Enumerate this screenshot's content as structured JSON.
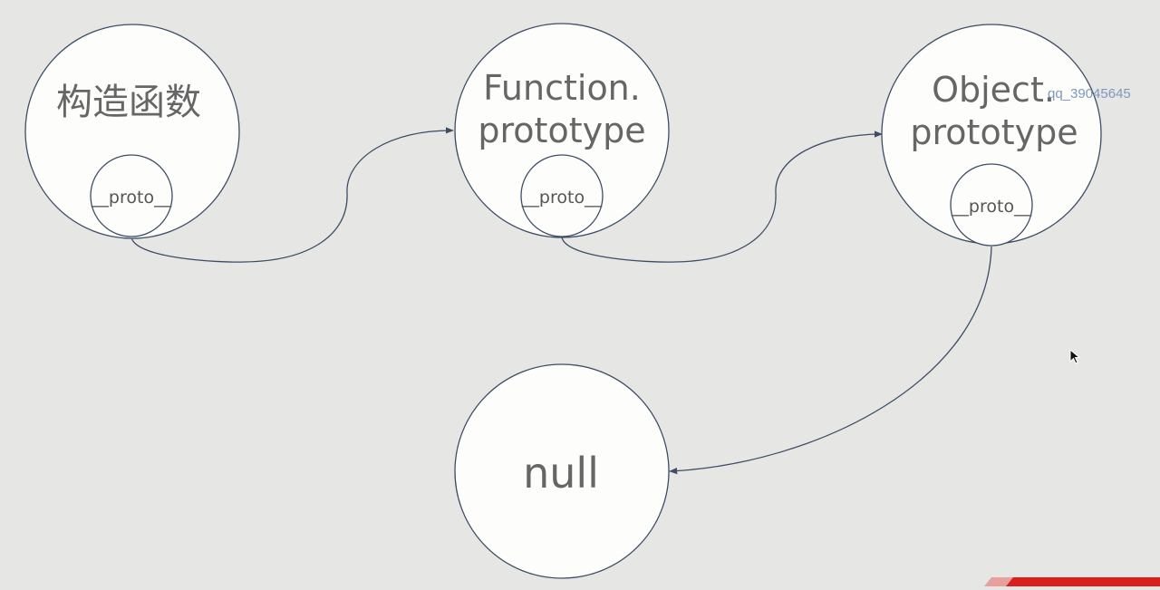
{
  "nodes": {
    "constructor": {
      "label": "构造函数",
      "proto": "__proto__"
    },
    "function_prototype": {
      "label_line1": "Function.",
      "label_line2": "prototype",
      "proto": "__proto__"
    },
    "object_prototype": {
      "label_line1": "Object.",
      "label_line2": "prototype",
      "proto": "__proto__"
    },
    "null_node": {
      "label": "null"
    }
  },
  "watermark": "qq_39045645",
  "colors": {
    "background": "#e6e6e5",
    "node_fill": "#fdfdfc",
    "stroke": "#3d4d63",
    "label": "#666666",
    "watermark": "#7f97bf",
    "accent_bar": "#d9201c"
  },
  "icons": {
    "cursor": "mouse-pointer-icon"
  }
}
